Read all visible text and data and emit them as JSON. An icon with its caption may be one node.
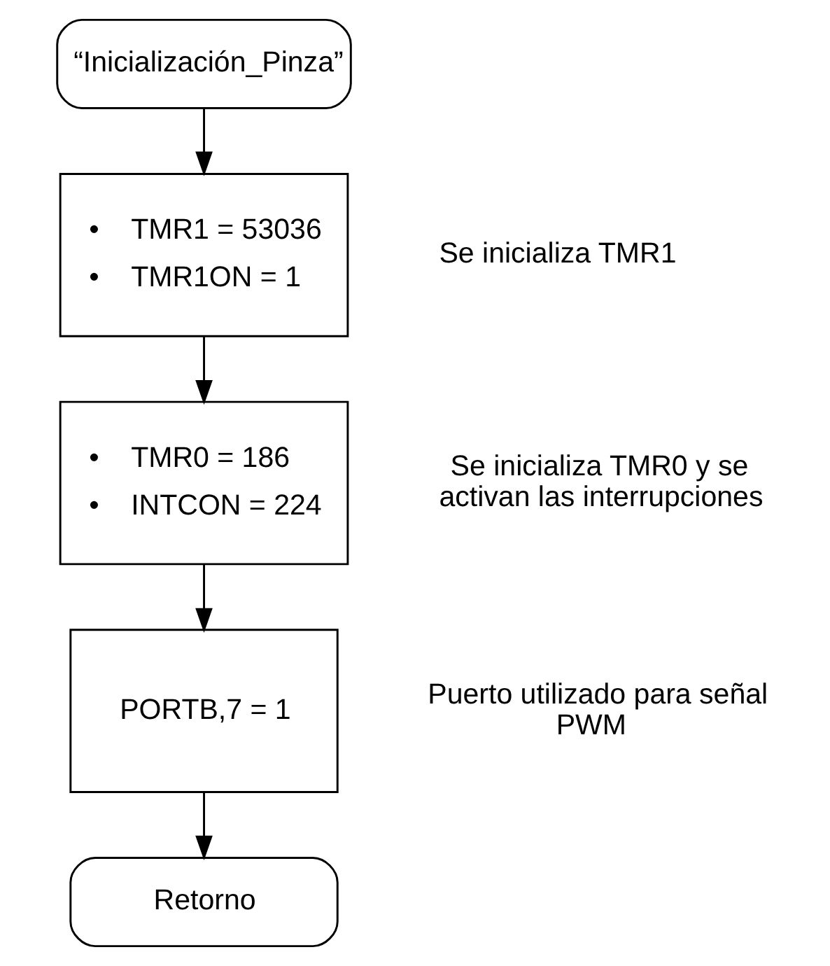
{
  "diagram": {
    "nodes": [
      {
        "text": [
          "“Inicialización_Pinza”"
        ]
      },
      {
        "text": [
          "•    TMR1 = 53036",
          "•    TMR1ON = 1"
        ],
        "beside": [
          "Se inicializa TMR1"
        ]
      },
      {
        "text": [
          "•    TMR0 = 186",
          "•    INTCON = 224"
        ],
        "beside": [
          "Se inicializa TMR0 y se activan las interrupciones"
        ]
      },
      {
        "text": [
          "PORTB,7 = 1"
        ],
        "beside": [
          "Puerto utilizado para señal PWM"
        ]
      },
      {
        "text": [
          "Retorno"
        ]
      }
    ],
    "edges": [
      {
        "from": 0,
        "to": 1,
        "arrow": "to"
      },
      {
        "from": 1,
        "to": 2,
        "arrow": "to"
      },
      {
        "from": 2,
        "to": 3,
        "arrow": "to"
      },
      {
        "from": 3,
        "to": 4,
        "arrow": "to"
      }
    ]
  }
}
